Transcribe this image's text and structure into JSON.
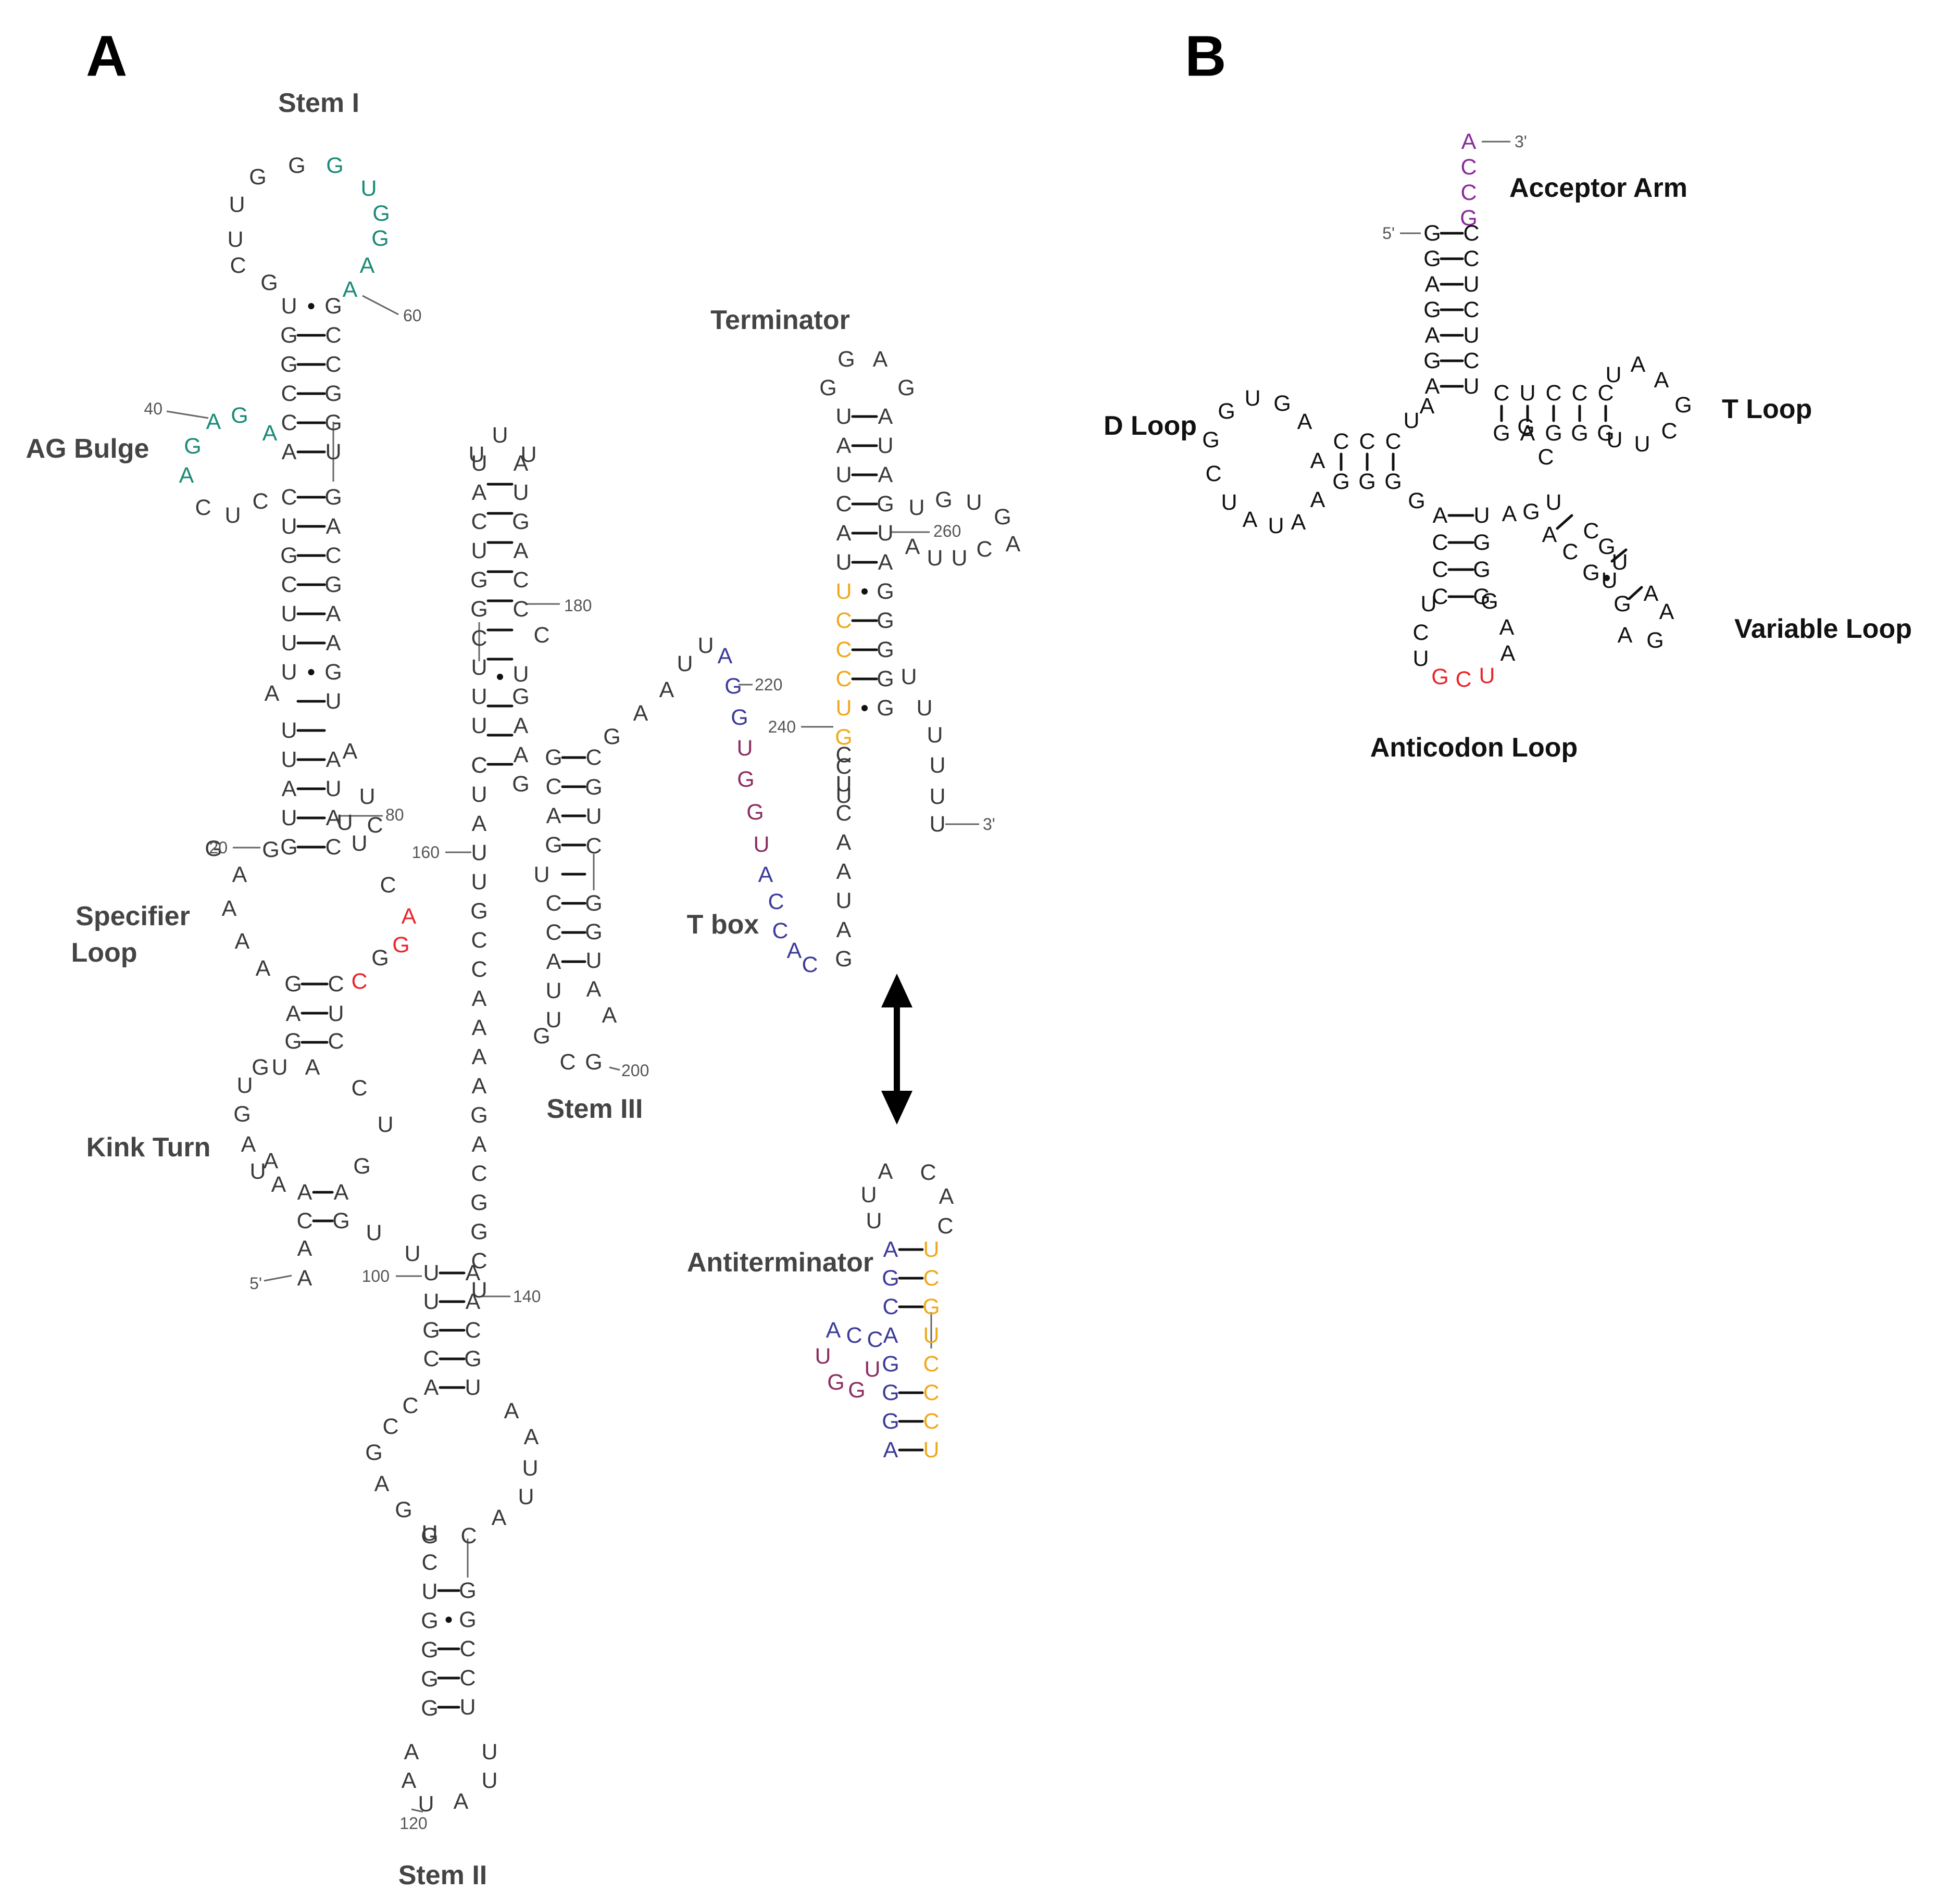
{
  "colors": {
    "default": "#3a3a3a",
    "teal": "#1a8a78",
    "red": "#e8262b",
    "orange": "#f0a81c",
    "navy": "#3b3b9a",
    "plum": "#8b2d62",
    "purple": "#8a2a9a",
    "black": "#111111"
  },
  "panel_a": {
    "letter": "A",
    "labels": {
      "stem_i": "Stem I",
      "ag_bulge": "AG Bulge",
      "specifier_loop_1": "Specifier",
      "specifier_loop_2": "Loop",
      "kink_turn": "Kink Turn",
      "stem_ii": "Stem II",
      "stem_iii": "Stem III",
      "terminator": "Terminator",
      "t_box": "T box",
      "antiterminator": "Antiterminator"
    },
    "numbers": {
      "n20": "20",
      "n40": "40",
      "n60": "60",
      "n80": "80",
      "n100": "100",
      "n120": "120",
      "n140": "140",
      "n160": "160",
      "n180": "180",
      "n200": "200",
      "n220": "220",
      "n240": "240",
      "n260": "260",
      "five_prime": "5'",
      "three_prime": "3'"
    },
    "stem_i_left": [
      "U",
      "G",
      "G",
      "C",
      "C",
      "A"
    ],
    "stem_i_right": [
      "G",
      "C",
      "C",
      "G",
      "G",
      "U"
    ],
    "stem_i_loop": [
      "G",
      "C",
      "U",
      "U",
      "G",
      "G",
      "G",
      "U",
      "G",
      "G",
      "A",
      "A"
    ],
    "ag_bulge": [
      "A",
      "G",
      "A",
      "G",
      "A"
    ],
    "stem_i_lower_left": [
      "C",
      "U",
      "G",
      "C",
      "U",
      "U",
      "U",
      "A",
      "U",
      "U",
      "A",
      "U",
      "G"
    ],
    "stem_i_lower_right": [
      "G",
      "A",
      "C",
      "G",
      "A",
      "A",
      "G",
      "U",
      "A",
      "A",
      "U",
      "A",
      "C"
    ],
    "stem_i_side": [
      "C",
      "U",
      "C",
      "G",
      "C",
      "U",
      "U",
      "U"
    ],
    "specifier_loop": [
      "G",
      "A",
      "A",
      "A",
      "A",
      "C",
      "A",
      "G",
      "C",
      "G"
    ],
    "kink_left": [
      "G",
      "A",
      "G",
      "G",
      "U",
      "G",
      "A",
      "U",
      "A",
      "A",
      "C",
      "A",
      "A",
      "A"
    ],
    "kink_right": [
      "C",
      "U",
      "C",
      "C",
      "U",
      "G",
      "A",
      "G",
      "U",
      "U",
      "U",
      "A"
    ],
    "stem_ii_upper_left": [
      "U",
      "U",
      "G",
      "C",
      "A"
    ],
    "stem_ii_upper_right": [
      "A",
      "A",
      "C",
      "G",
      "U"
    ],
    "stem_ii_loop": [
      "C",
      "C",
      "G",
      "A",
      "G",
      "G",
      "A",
      "A",
      "U",
      "U",
      "A",
      "C"
    ],
    "stem_ii_lower_left": [
      "U",
      "C",
      "U",
      "G",
      "G",
      "G",
      "G"
    ],
    "stem_ii_lower_right": [
      "G",
      "G",
      "C",
      "C",
      "U"
    ],
    "stem_ii_apex": [
      "A",
      "A",
      "U",
      "A",
      "U",
      "U"
    ],
    "center_strand": [
      "C",
      "U",
      "A",
      "U",
      "U",
      "G",
      "C",
      "C",
      "A",
      "A",
      "A",
      "A",
      "G",
      "A",
      "C",
      "G",
      "G",
      "C",
      "U"
    ],
    "center_top": [
      "U",
      "U",
      "U"
    ],
    "center_left": [
      "U",
      "A",
      "C",
      "U",
      "G",
      "G",
      "C",
      "U",
      "U",
      "U",
      "C"
    ],
    "center_right": [
      "A",
      "U",
      "G",
      "A",
      "C",
      "C",
      "C",
      "U",
      "G",
      "A",
      "A",
      "G"
    ],
    "stem_iii_left": [
      "G",
      "C",
      "A",
      "G",
      "U",
      "C",
      "C",
      "A",
      "U",
      "U",
      "G",
      "C"
    ],
    "stem_iii_right": [
      "C",
      "G",
      "U",
      "C",
      "G",
      "G",
      "U",
      "A",
      "A",
      "G"
    ],
    "linker": [
      "G",
      "A",
      "A",
      "U",
      "U"
    ],
    "tbox": [
      "A",
      "G",
      "G",
      "U",
      "G",
      "G",
      "U",
      "A",
      "C",
      "C",
      "A",
      "C"
    ],
    "terminator_loop": [
      "G",
      "A",
      "G",
      "G"
    ],
    "terminator_left": [
      "U",
      "A",
      "U",
      "C",
      "A",
      "U",
      "U",
      "C",
      "C",
      "C",
      "U",
      "G",
      "C",
      "U"
    ],
    "terminator_right": [
      "A",
      "U",
      "A",
      "G",
      "U",
      "A",
      "G",
      "G",
      "G",
      "G",
      "G"
    ],
    "terminator_side": [
      "U",
      "G",
      "U",
      "G",
      "A",
      "C",
      "U",
      "U",
      "A"
    ],
    "post_tbox": [
      "C",
      "U",
      "C",
      "A",
      "A",
      "U",
      "A",
      "G"
    ],
    "tail": [
      "U",
      "U",
      "U",
      "U",
      "U",
      "U"
    ],
    "anti_loop": [
      "A",
      "C",
      "U",
      "A",
      "U",
      "C"
    ],
    "anti_left": [
      "A",
      "G",
      "C",
      "A",
      "G",
      "G",
      "G",
      "A"
    ],
    "anti_right": [
      "U",
      "C",
      "G",
      "U",
      "C",
      "C",
      "C",
      "U"
    ],
    "anti_bulge": [
      "A",
      "C",
      "C",
      "U",
      "G",
      "G",
      "U"
    ]
  },
  "panel_b": {
    "letter": "B",
    "labels": {
      "acceptor_arm": "Acceptor Arm",
      "d_loop": "D Loop",
      "t_loop": "T Loop",
      "variable_loop": "Variable Loop",
      "anticodon_loop": "Anticodon Loop"
    },
    "numbers": {
      "five_prime": "5'",
      "three_prime": "3'"
    },
    "acceptor_tail": [
      "A",
      "C",
      "C",
      "G"
    ],
    "acceptor_left": [
      "G",
      "G",
      "A",
      "G",
      "A",
      "G",
      "A"
    ],
    "acceptor_right": [
      "C",
      "C",
      "U",
      "C",
      "U",
      "C",
      "U"
    ],
    "d_arm": [
      "C",
      "C",
      "C",
      "G",
      "G",
      "G"
    ],
    "d_loop": [
      "A",
      "A",
      "G",
      "U",
      "G",
      "G",
      "C",
      "U",
      "A",
      "U",
      "A",
      "A"
    ],
    "junction": [
      "U",
      "A",
      "G",
      "C",
      "G"
    ],
    "t_arm_top": [
      "C",
      "U",
      "C",
      "C",
      "C"
    ],
    "t_arm_bottom": [
      "G",
      "A",
      "G",
      "G",
      "G"
    ],
    "t_loop": [
      "U",
      "A",
      "A",
      "G",
      "C",
      "U",
      "U"
    ],
    "anticodon_stem_left": [
      "A",
      "C",
      "C",
      "C"
    ],
    "anticodon_stem_right": [
      "U",
      "G",
      "G",
      "G"
    ],
    "anticodon_loop": [
      "U",
      "C",
      "U",
      "G",
      "C",
      "U",
      "A",
      "A",
      "G"
    ],
    "variable_loop": [
      "A",
      "G",
      "U",
      "A",
      "C",
      "G",
      "U",
      "U",
      "G",
      "C",
      "G",
      "A",
      "A",
      "G",
      "A"
    ]
  }
}
